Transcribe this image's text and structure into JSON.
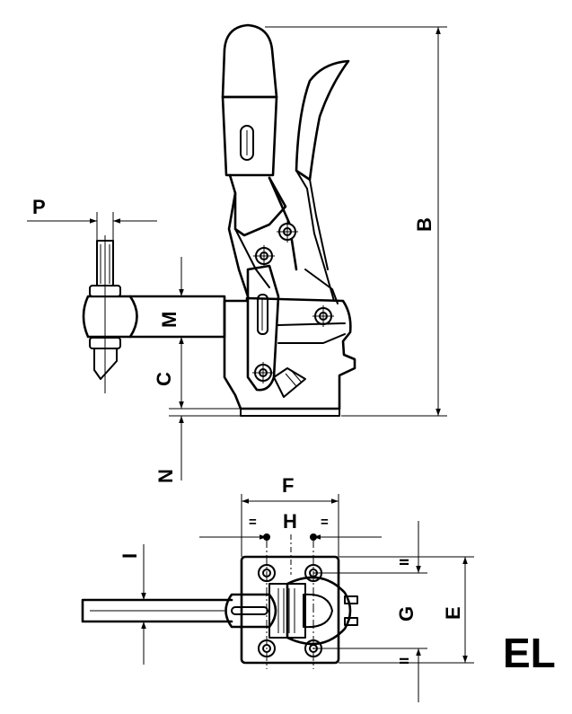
{
  "labels": {
    "P": "P",
    "M": "M",
    "C": "C",
    "N": "N",
    "B": "B",
    "F": "F",
    "H": "H",
    "I": "I",
    "G": "G",
    "E": "E",
    "equal_sign": "=",
    "parallel_mark": "II",
    "model": "EL"
  },
  "colors": {
    "line": "#000000",
    "background": "#ffffff"
  }
}
